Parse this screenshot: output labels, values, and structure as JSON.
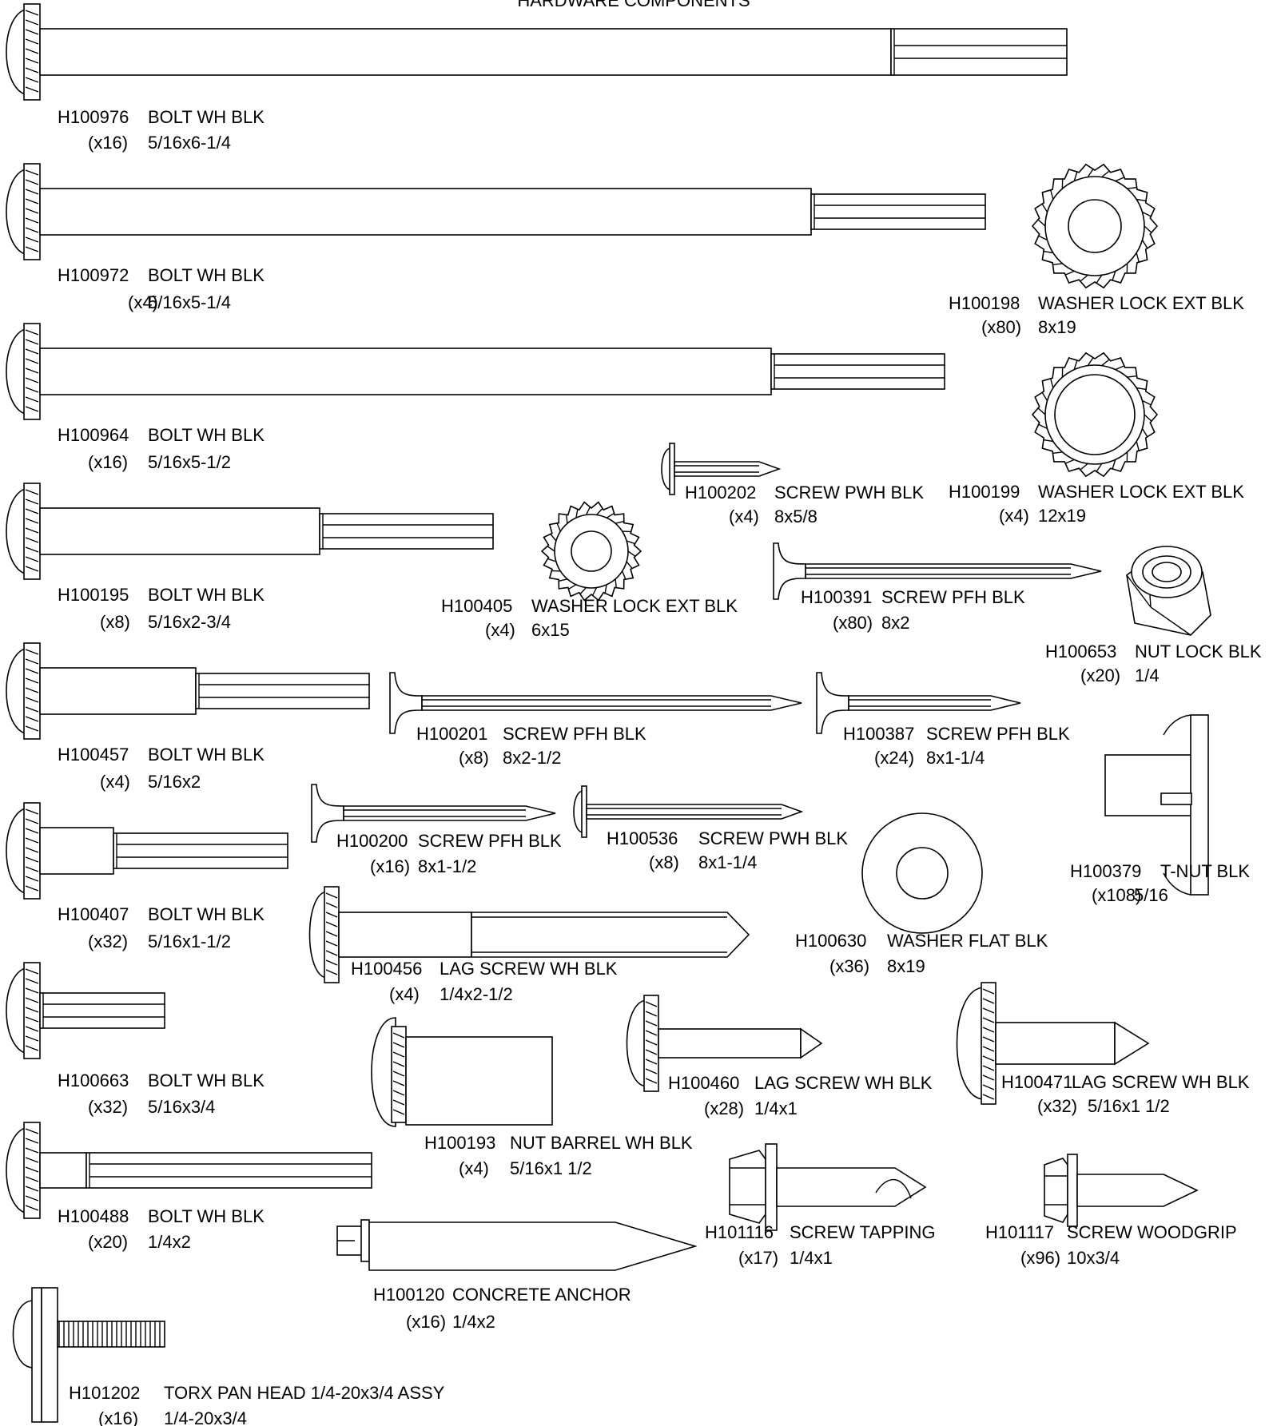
{
  "title": "HARDWARE COMPONENTS",
  "parts": [
    {
      "code": "H100976",
      "name": "BOLT WH BLK",
      "qty": "(x16)",
      "size": "5/16x6-1/4"
    },
    {
      "code": "H100972",
      "name": "BOLT WH BLK",
      "qty": "(x4)",
      "size": "5/16x5-1/4"
    },
    {
      "code": "H100964",
      "name": "BOLT WH BLK",
      "qty": "(x16)",
      "size": "5/16x5-1/2"
    },
    {
      "code": "H100195",
      "name": "BOLT WH BLK",
      "qty": "(x8)",
      "size": "5/16x2-3/4"
    },
    {
      "code": "H100457",
      "name": "BOLT WH BLK",
      "qty": "(x4)",
      "size": "5/16x2"
    },
    {
      "code": "H100407",
      "name": "BOLT WH BLK",
      "qty": "(x32)",
      "size": "5/16x1-1/2"
    },
    {
      "code": "H100663",
      "name": "BOLT WH BLK",
      "qty": "(x32)",
      "size": "5/16x3/4"
    },
    {
      "code": "H100488",
      "name": "BOLT WH BLK",
      "qty": "(x20)",
      "size": "1/4x2"
    },
    {
      "code": "H101202",
      "name": "TORX PAN HEAD 1/4-20x3/4 ASSY",
      "qty": "(x16)",
      "size": "1/4-20x3/4"
    },
    {
      "code": "H100198",
      "name": "WASHER LOCK EXT BLK",
      "qty": "(x80)",
      "size": "8x19"
    },
    {
      "code": "H100199",
      "name": "WASHER LOCK EXT BLK",
      "qty": "(x4)",
      "size": "12x19"
    },
    {
      "code": "H100202",
      "name": "SCREW PWH BLK",
      "qty": "(x4)",
      "size": "8x5/8"
    },
    {
      "code": "H100405",
      "name": "WASHER LOCK EXT BLK",
      "qty": "(x4)",
      "size": "6x15"
    },
    {
      "code": "H100391",
      "name": "SCREW PFH BLK",
      "qty": "(x80)",
      "size": "8x2"
    },
    {
      "code": "H100653",
      "name": "NUT LOCK BLK",
      "qty": "(x20)",
      "size": "1/4"
    },
    {
      "code": "H100201",
      "name": "SCREW PFH BLK",
      "qty": "(x8)",
      "size": "8x2-1/2"
    },
    {
      "code": "H100387",
      "name": "SCREW PFH BLK",
      "qty": "(x24)",
      "size": "8x1-1/4"
    },
    {
      "code": "H100200",
      "name": "SCREW PFH BLK",
      "qty": "(x16)",
      "size": "8x1-1/2"
    },
    {
      "code": "H100536",
      "name": "SCREW PWH BLK",
      "qty": "(x8)",
      "size": "8x1-1/4"
    },
    {
      "code": "H100379",
      "name": "T-NUT BLK",
      "qty": "(x108)",
      "size": "5/16"
    },
    {
      "code": "H100630",
      "name": "WASHER FLAT BLK",
      "qty": "(x36)",
      "size": "8x19"
    },
    {
      "code": "H100456",
      "name": "LAG SCREW WH BLK",
      "qty": "(x4)",
      "size": "1/4x2-1/2"
    },
    {
      "code": "H100460",
      "name": "LAG SCREW WH BLK",
      "qty": "(x28)",
      "size": "1/4x1"
    },
    {
      "code": "H100471",
      "name": "LAG SCREW WH BLK",
      "qty": "(x32)",
      "size": "5/16x1 1/2"
    },
    {
      "code": "H100193",
      "name": "NUT BARREL WH BLK",
      "qty": "(x4)",
      "size": "5/16x1 1/2"
    },
    {
      "code": "H101116",
      "name": "SCREW TAPPING",
      "qty": "(x17)",
      "size": "1/4x1"
    },
    {
      "code": "H101117",
      "name": "SCREW WOODGRIP",
      "qty": "(x96)",
      "size": "10x3/4"
    },
    {
      "code": "H100120",
      "name": "CONCRETE ANCHOR",
      "qty": "(x16)",
      "size": "1/4x2"
    }
  ]
}
